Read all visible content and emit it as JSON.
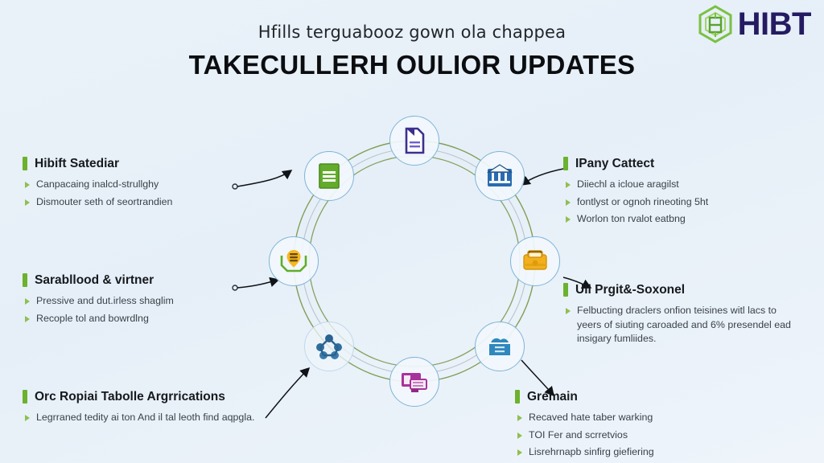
{
  "brand": {
    "name": "HIBT",
    "logo_icon": "hexagon-cube-icon",
    "logo_mark_color": "#7ac143",
    "wordmark_color": "#241b62"
  },
  "header": {
    "kicker": "Hfills terguabooz gown ola chappea",
    "title": "TAKECULLERH OULIOR UPDATES"
  },
  "accent": {
    "bar_color": "#6cb22e",
    "bullet_color": "#8fbf4e",
    "ring_color": "#6d8f3a",
    "node_border": "#7fb4d8",
    "background": "#eaf2f9"
  },
  "left_blocks": [
    {
      "heading": "Hibift Satediar",
      "bullets": [
        "Canpacaing inalcd-strullghy",
        "Dismouter seth of seortrandien"
      ]
    },
    {
      "heading": "Sarabllood & virtner",
      "bullets": [
        "Pressive and dut.irless shaglim",
        "Recople tol and bowrdlng"
      ]
    },
    {
      "heading": "Orc Ropiai Tabolle Argrrications",
      "bullets": [
        "Legrraned tedity ai ton And il tal leoth find aqpgla."
      ]
    }
  ],
  "right_blocks": [
    {
      "heading": "IPany Cattect",
      "bullets": [
        "Diiechl a icloue aragilst",
        "fontlyst or ognoh rineoting 5ht",
        "Worlon ton rvalot eatbng"
      ]
    },
    {
      "heading": "Ull Prgit&-Soxonel",
      "bullets": [
        "Felbucting draclers onfion teisines witl lacs to yeers of siuting caroaded and 6% presendel ead insigary fumliides."
      ]
    },
    {
      "heading": "Gremain",
      "bullets": [
        "Recaved hate taber warking",
        "TOI Fer and scrretvios",
        "Lisrehrnapb sinfirg giefiering"
      ]
    }
  ],
  "diagram": {
    "type": "circular-cycle",
    "node_count": 8,
    "nodes": [
      {
        "position": "top",
        "icon": "document-icon",
        "color": "#3b2f8f"
      },
      {
        "position": "top-right",
        "icon": "bank-building-icon",
        "color": "#2a6bb0"
      },
      {
        "position": "right",
        "icon": "briefcase-lock-icon",
        "color": "#f2b01e"
      },
      {
        "position": "bottom-right",
        "icon": "cloud-archive-icon",
        "color": "#2f88bd"
      },
      {
        "position": "bottom",
        "icon": "monitor-window-icon",
        "color": "#a8329b"
      },
      {
        "position": "bottom-left",
        "icon": "network-nodes-icon",
        "color": "#2a6390"
      },
      {
        "position": "left",
        "icon": "coins-location-icon",
        "color": "#f5b820"
      },
      {
        "position": "top-left",
        "icon": "ledger-book-icon",
        "color": "#63ac2b"
      }
    ]
  }
}
